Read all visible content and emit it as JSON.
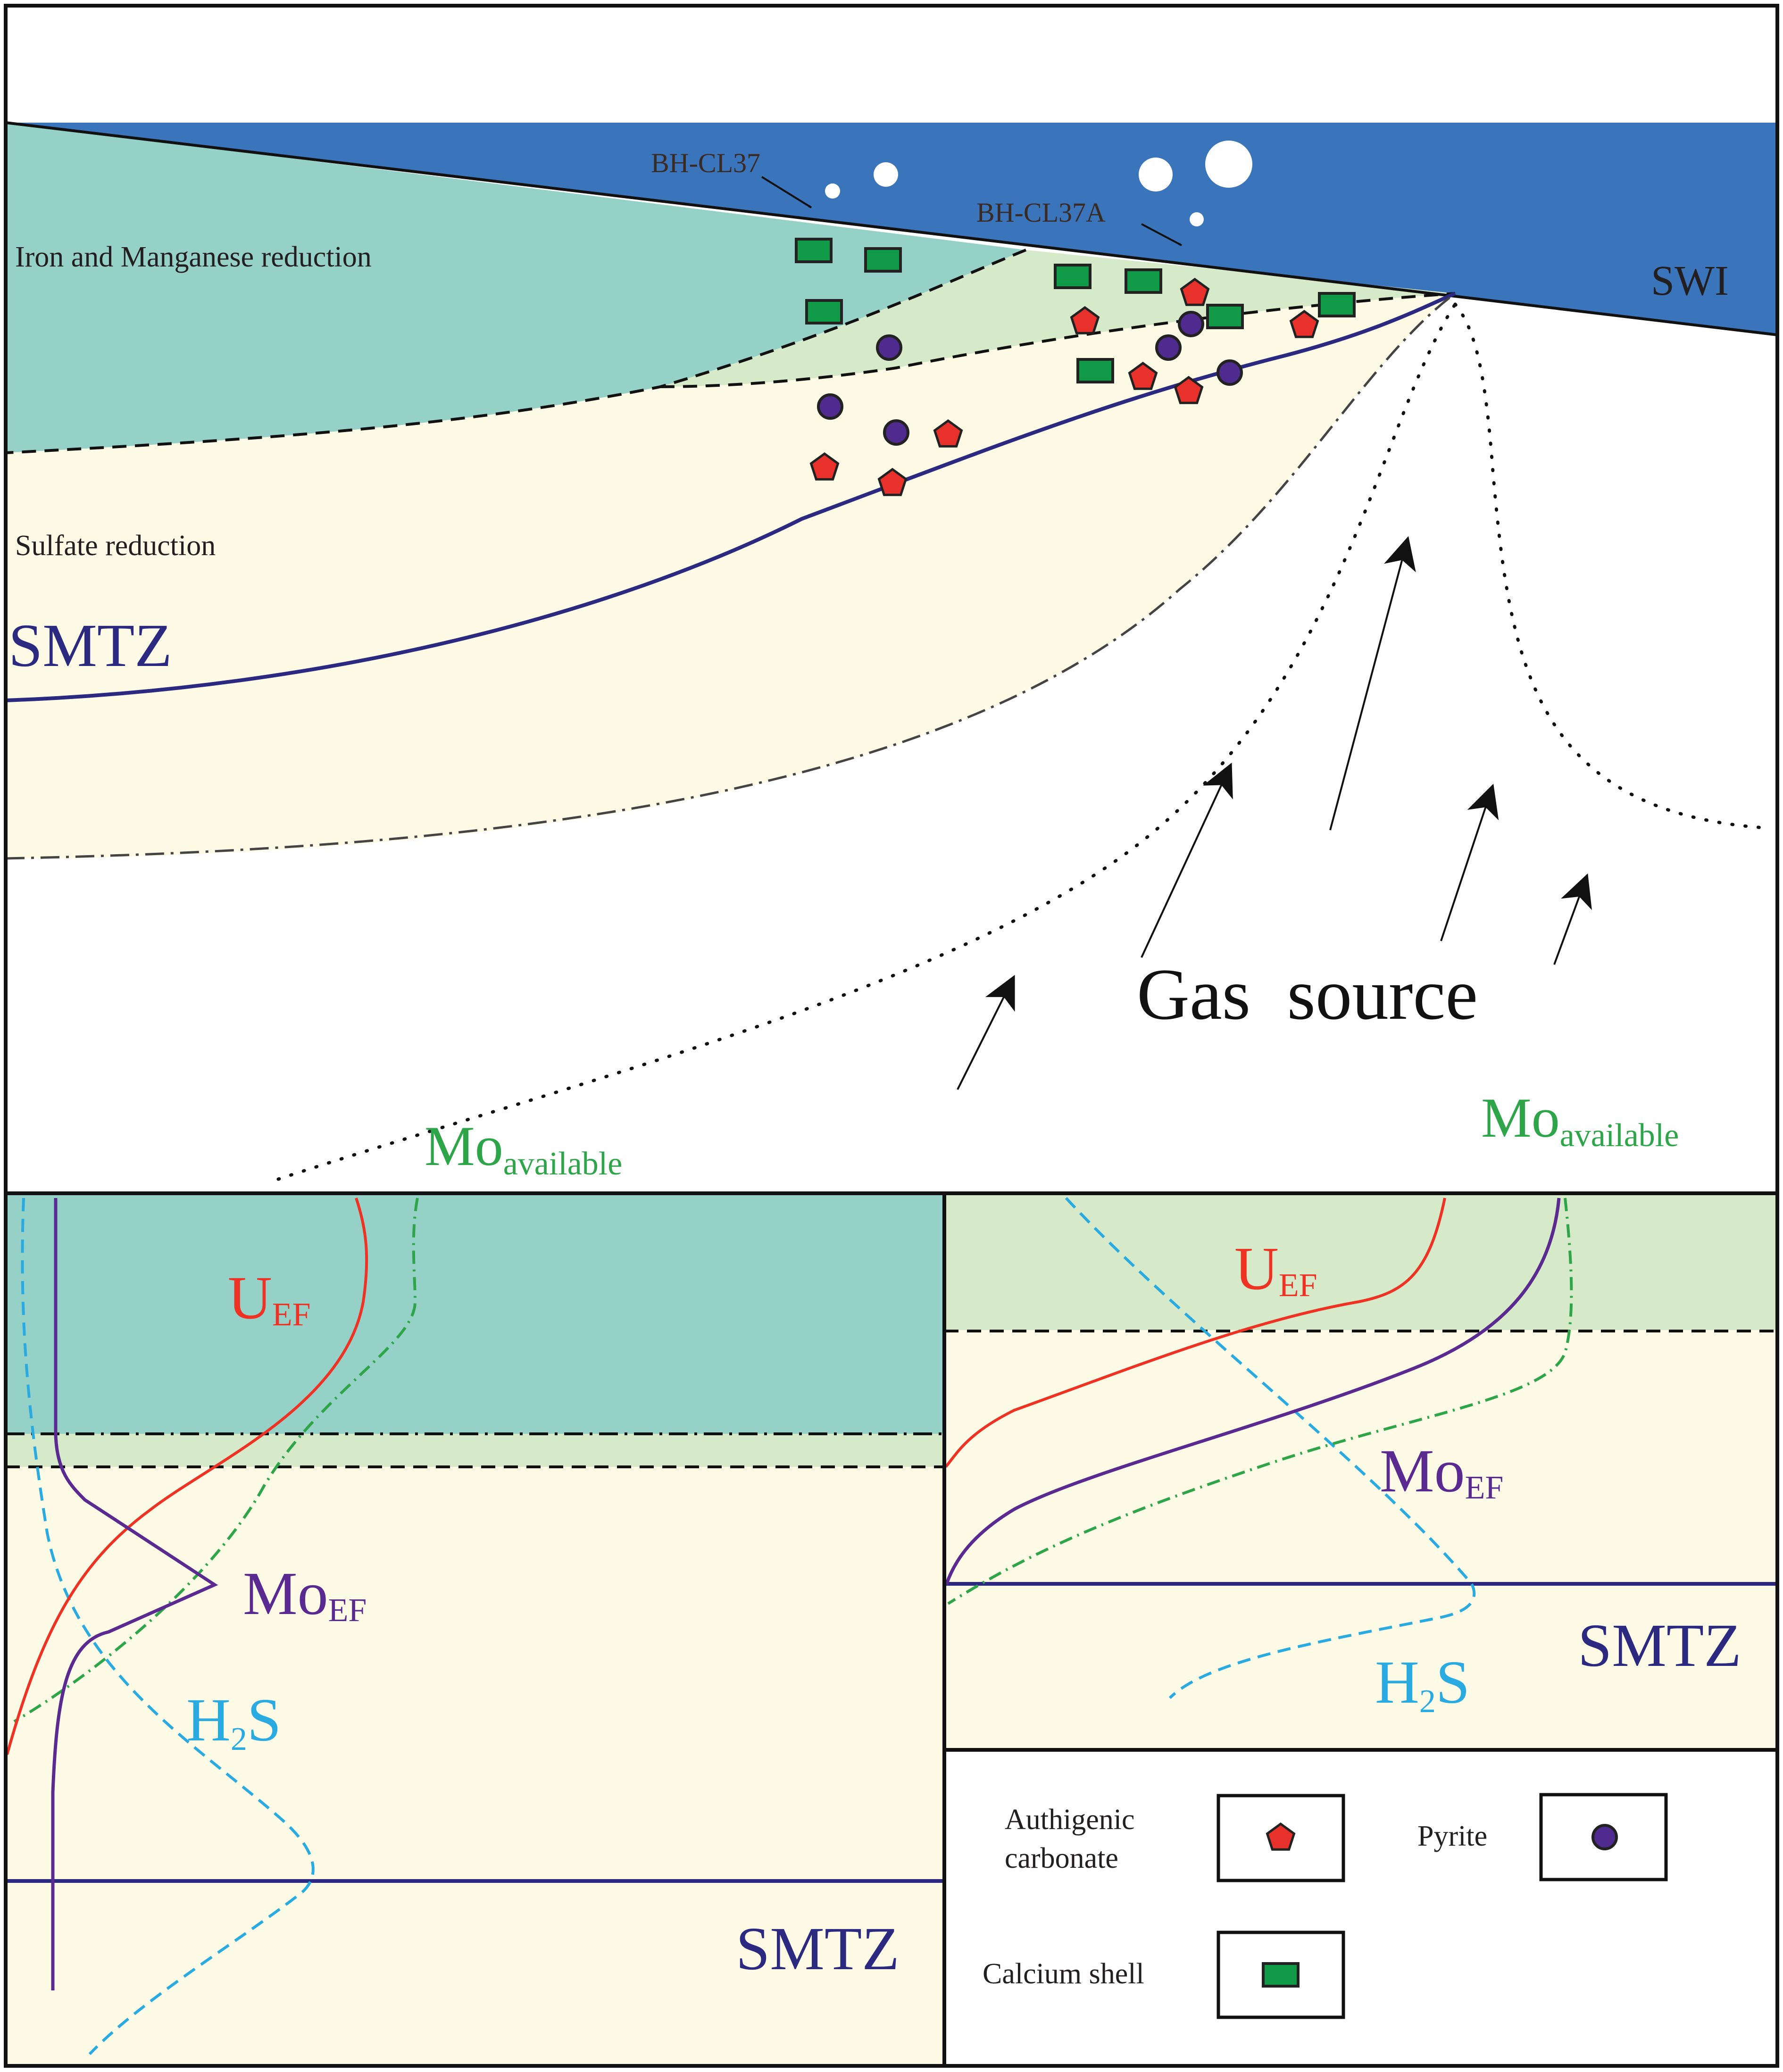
{
  "labels": {
    "swi": "SWI",
    "bh_cl37": "BH-CL37",
    "bh_cl37a": "BH-CL37A",
    "iron_manganese": "Iron and Manganese reduction",
    "sulfate_reduction": "Sulfate reduction",
    "smtz_main": "SMTZ",
    "gas_source": "Gas  source",
    "mo_available_left": {
      "base": "Mo",
      "sub": "available"
    },
    "mo_available_right": {
      "base": "Mo",
      "sub": "available"
    }
  },
  "left_panel": {
    "u_ef": {
      "base": "U",
      "sub": "EF"
    },
    "mo_ef": {
      "base": "Mo",
      "sub": "EF"
    },
    "h2s": {
      "pre": "H",
      "sub": "2",
      "post": "S"
    },
    "smtz": "SMTZ"
  },
  "right_panel": {
    "u_ef": {
      "base": "U",
      "sub": "EF"
    },
    "mo_ef": {
      "base": "Mo",
      "sub": "EF"
    },
    "h2s": {
      "pre": "H",
      "sub": "2",
      "post": "S"
    },
    "smtz": "SMTZ"
  },
  "legend": {
    "carbonate_line1": "Authigenic",
    "carbonate_line2": "carbonate",
    "pyrite": "Pyrite",
    "calcium_shell": "Calcium shell"
  },
  "colors": {
    "seawater": "#3a74bb",
    "iron_zone": "#96d1c8",
    "transition_zone": "#d6e9c8",
    "sulfate_zone": "#fdfbe6",
    "smtz_line": "#2b2a80",
    "u_ef": "#ee3324",
    "mo_ef": "#5b2a91",
    "h2s": "#29abe2",
    "mo_available": "#2fa54a",
    "carbonate": "#e8312a",
    "pyrite": "#4f2a8f",
    "shell": "#109a48"
  }
}
